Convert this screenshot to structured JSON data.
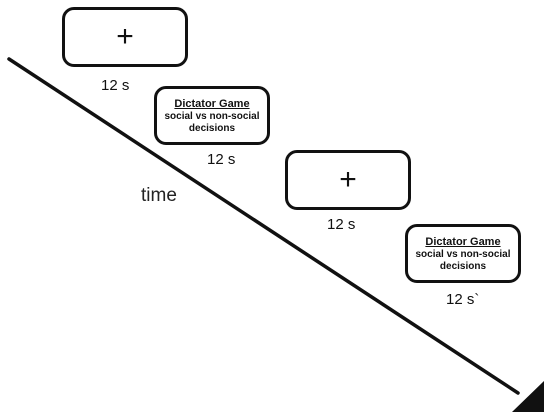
{
  "axis": {
    "label": "time"
  },
  "events": [
    {
      "kind": "fixation",
      "symbol": "+",
      "duration": "12 s"
    },
    {
      "kind": "task",
      "title": "Dictator Game",
      "line1": "social vs non-social",
      "line2": "decisions",
      "duration": "12 s"
    },
    {
      "kind": "fixation",
      "symbol": "+",
      "duration": "12 s"
    },
    {
      "kind": "task",
      "title": "Dictator Game",
      "line1": "social vs non-social",
      "line2": "decisions",
      "duration": "12 s`"
    }
  ],
  "colors": {
    "line": "#111111",
    "box_border": "#111111",
    "background": "#ffffff"
  }
}
